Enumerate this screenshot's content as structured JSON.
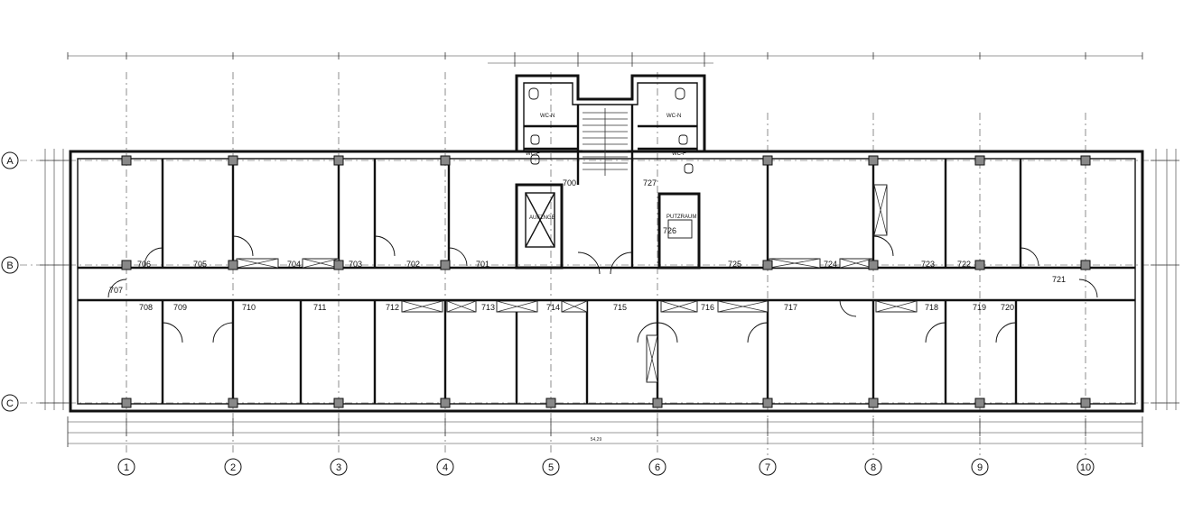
{
  "room_numbers": {
    "north": [
      "706",
      "705",
      "704",
      "703",
      "702",
      "701",
      "725",
      "724",
      "723",
      "722"
    ],
    "south": [
      "708",
      "709",
      "710",
      "711",
      "712",
      "713",
      "714",
      "715",
      "716",
      "717",
      "718",
      "719",
      "720"
    ],
    "corridor": [
      "707",
      "721"
    ],
    "core": [
      "700",
      "727",
      "726"
    ]
  },
  "core_labels": {
    "wc_n_left": "WC-N",
    "wc_f_left": "WC-F",
    "wc_n_right": "WC-N",
    "wc_f_right": "WC-F",
    "elevator": "AUFZNGE",
    "tea_kitchen": "PUTZRAUM"
  },
  "grid_columns": [
    "1",
    "2",
    "3",
    "4",
    "5",
    "6",
    "7",
    "8",
    "9",
    "10"
  ],
  "grid_rows": [
    "A",
    "B",
    "C"
  ],
  "dimension_total": "54,29",
  "colors": {
    "line": "#111111",
    "background": "#ffffff",
    "column_fill": "#888888"
  }
}
